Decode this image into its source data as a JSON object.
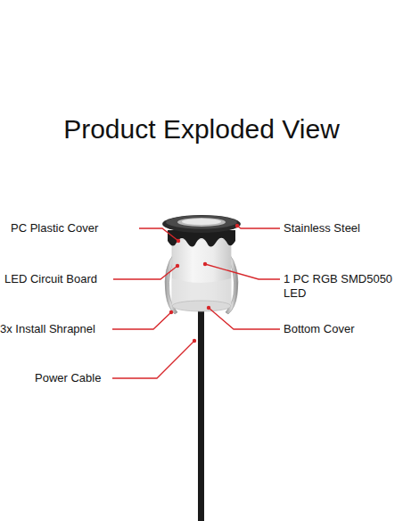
{
  "diagram": {
    "title": "Product Exploded View",
    "labels": [
      "PC Plastic Cover",
      "Stainless Steel",
      "LED Circuit Board",
      "1 PC RGB SMD5050 LED",
      "3x Install Shrapnel",
      "Bottom Cover",
      "Power Cable"
    ]
  }
}
